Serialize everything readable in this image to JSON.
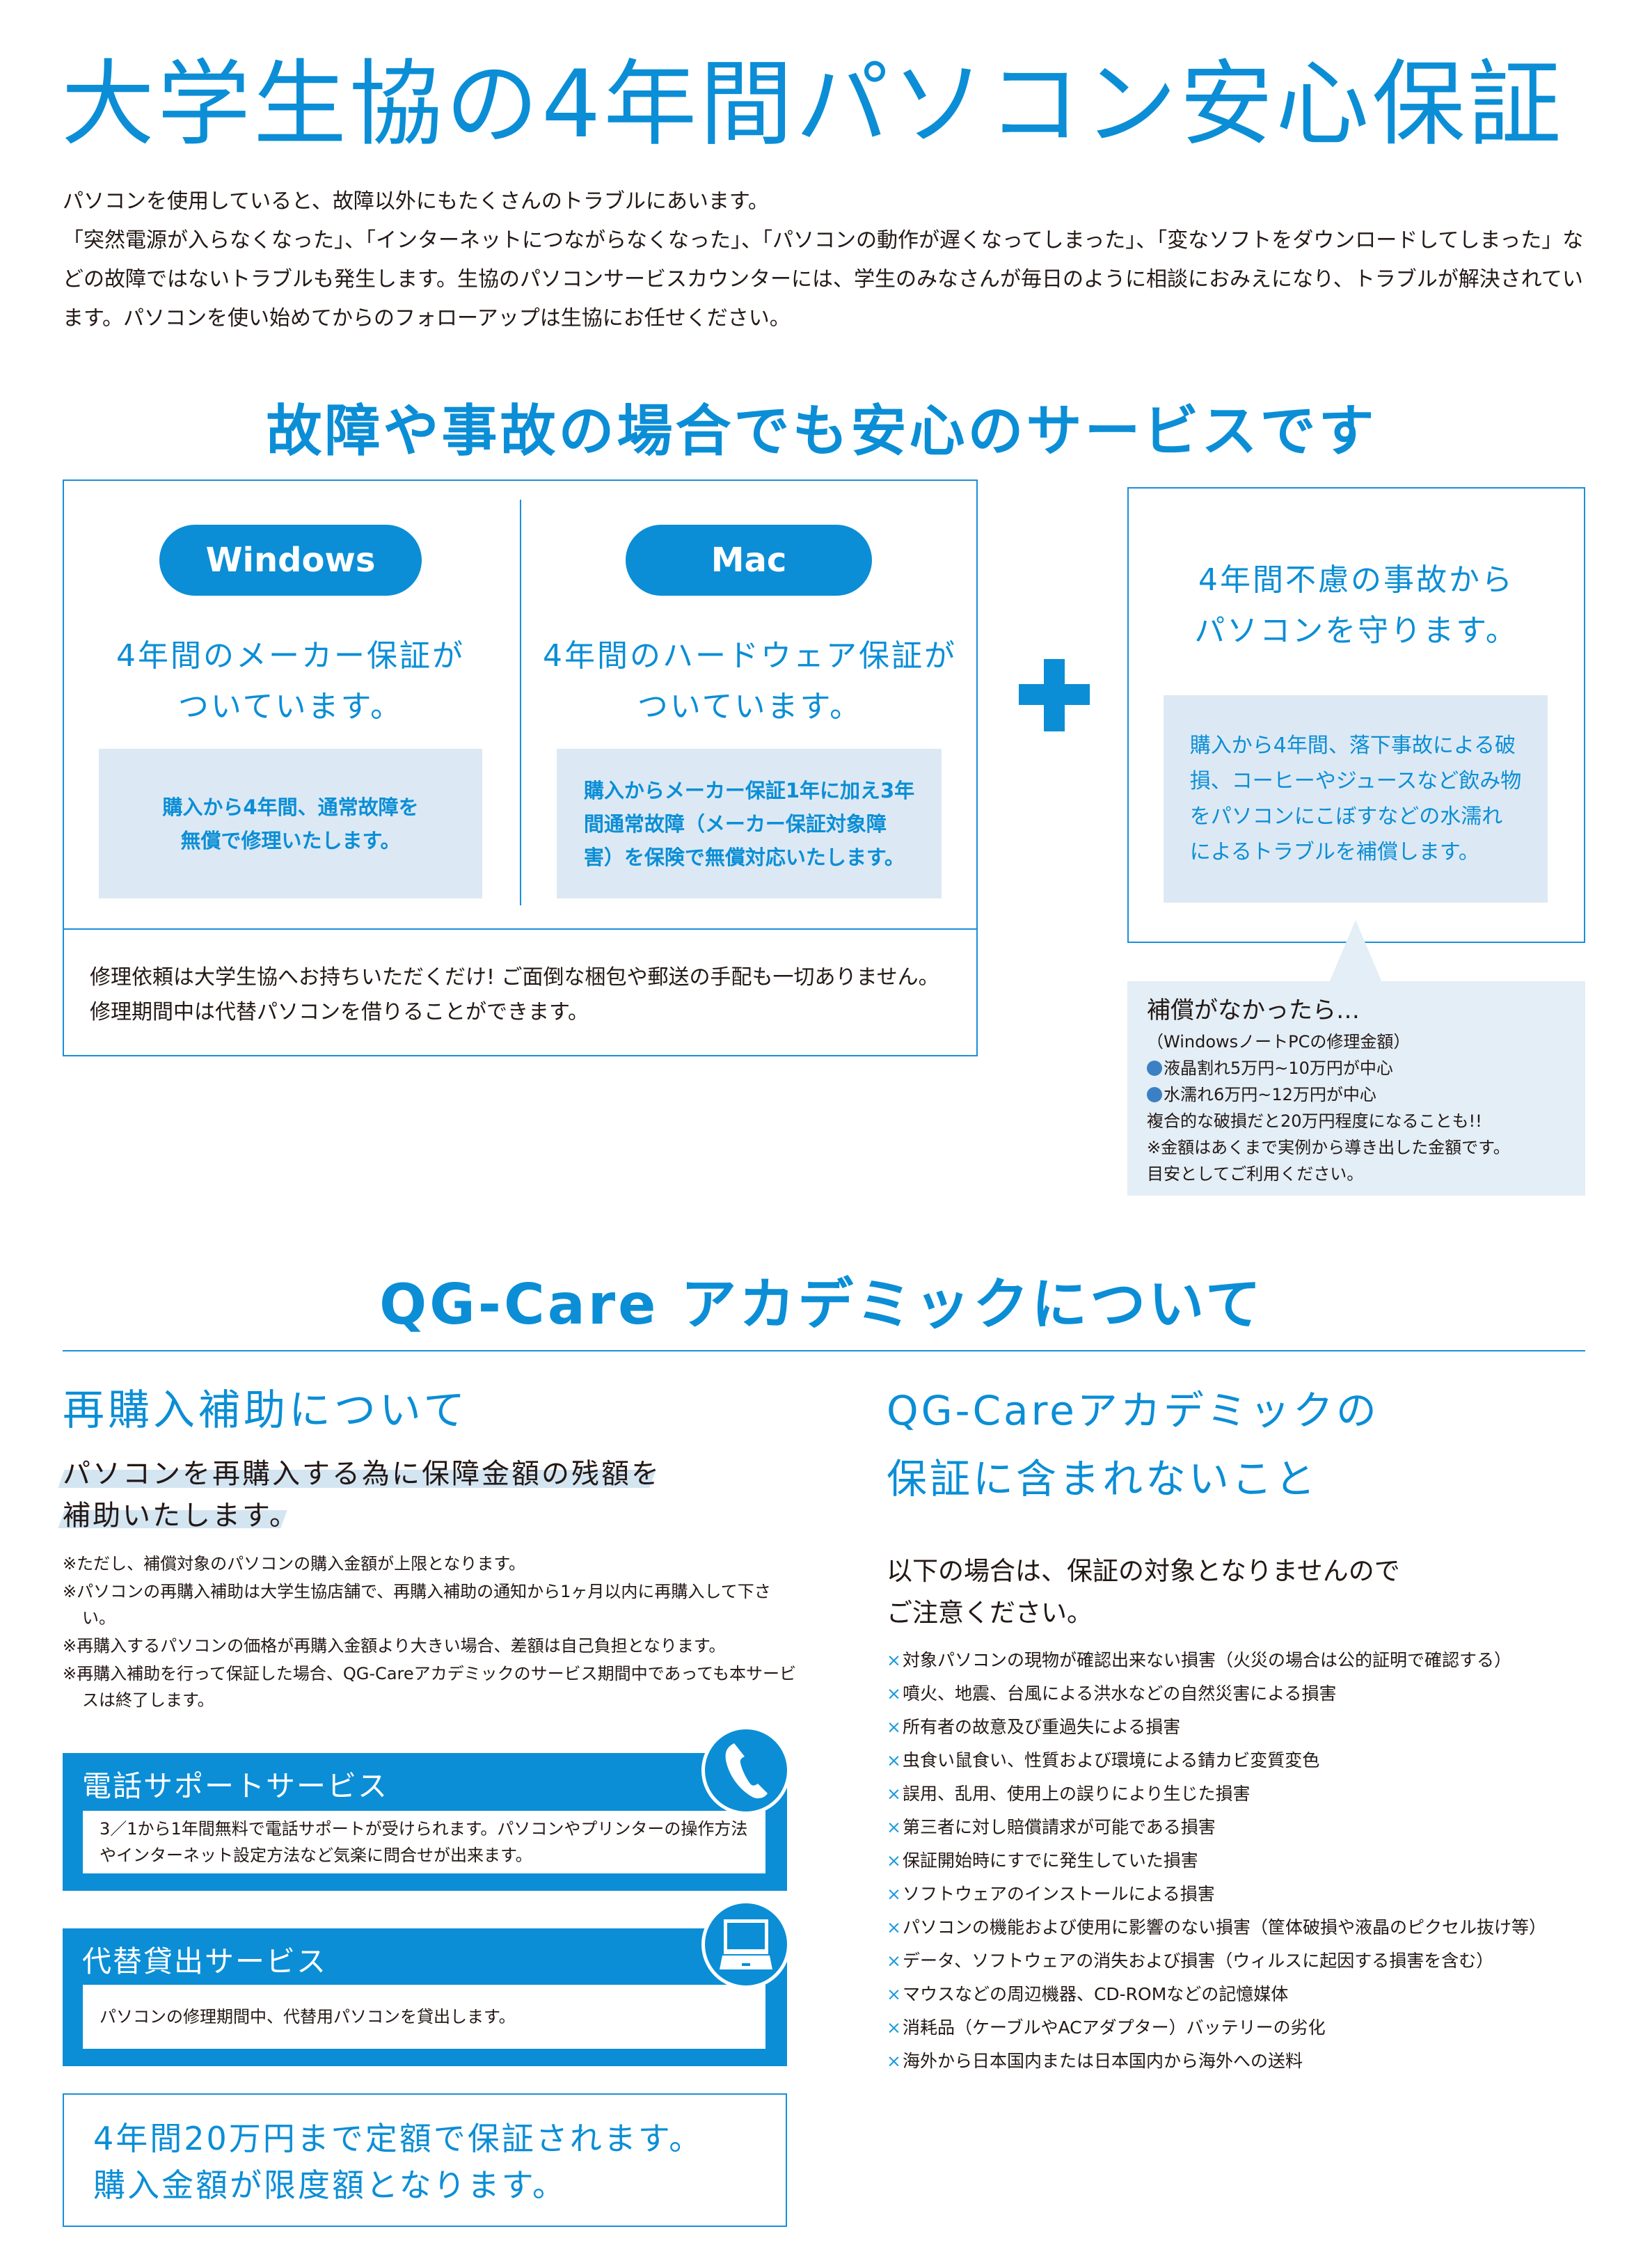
{
  "title": "大学生協の4年間パソコン安心保証",
  "intro": [
    "パソコンを使用していると、故障以外にもたくさんのトラブルにあいます。",
    "「突然電源が入らなくなった」、「インターネットにつながらなくなった」、「パソコンの動作が遅くなってしまった」、「変なソフトをダウンロードしてしまった」などの故障ではないトラブルも発生します。生協のパソコンサービスカウンターには、学生のみなさんが毎日のように相談におみえになり、トラブルが解決されています。パソコンを使い始めてからのフォローアップは生協にお任せください。"
  ],
  "section1": {
    "heading": "故障や事故の場合でも安心のサービスです",
    "windows": {
      "label": "Windows",
      "headline1": "4年間のメーカー保証が",
      "headline2": "ついています。",
      "detail": "購入から4年間、通常故障を\n無償で修理いたします。"
    },
    "mac": {
      "label": "Mac",
      "headline1": "4年間のハードウェア保証が",
      "headline2": "ついています。",
      "detail": "購入からメーカー保証1年に加え3年\n間通常故障（メーカー保証対象障\n害）を保険で無償対応いたします。"
    },
    "footnote1": "修理依頼は大学生協へお持ちいただくだけ! ご面倒な梱包や郵送の手配も一切ありません。",
    "footnote2": "修理期間中は代替パソコンを借りることができます。",
    "accident": {
      "headline1": "4年間不慮の事故から",
      "headline2": "パソコンを守ります。",
      "detail": "購入から4年間、落下事故による破\n損、コーヒーやジュースなど飲み物\nをパソコンにこぼすなどの水濡れ\nによるトラブルを補償します。"
    },
    "callout": {
      "title": "補償がなかったら…",
      "sub": "（WindowsノートPCの修理金額）",
      "bullet1": "液晶割れ5万円~10万円が中心",
      "bullet2": "水濡れ6万円~12万円が中心",
      "line3": "複合的な破損だと20万円程度になることも!!",
      "line4": "※金額はあくまで実例から導き出した金額です。",
      "line5": "目安としてご利用ください。"
    }
  },
  "section2": {
    "heading": "QG-Care アカデミックについて",
    "repurchase": {
      "title": "再購入補助について",
      "sub1": "パソコンを再購入する為に保障金額の残額を",
      "sub2": "補助いたします。",
      "notes": [
        "※ただし、補償対象のパソコンの購入金額が上限となります。",
        "※パソコンの再購入補助は大学生協店舗で、再購入補助の通知から1ヶ月以内に再購入して下さい。",
        "※再購入するパソコンの価格が再購入金額より大きい場合、差額は自己負担となります。",
        "※再購入補助を行って保証した場合、QG-Careアカデミックのサービス期間中であっても本サービスは終了します。"
      ]
    },
    "phone": {
      "title": "電話サポートサービス",
      "body": "3／1から1年間無料で電話サポートが受けられます。パソコンやプリンターの操作方法やインターネット設定方法など気楽に問合せが出来ます。"
    },
    "loan": {
      "title": "代替貸出サービス",
      "body": "パソコンの修理期間中、代替用パソコンを貸出します。"
    },
    "final1": "4年間20万円まで定額で保証されます。",
    "final2": "購入金額が限度額となります。",
    "exclusions": {
      "title1": "QG-Careアカデミックの",
      "title2": "保証に含まれないこと",
      "lead1": "以下の場合は、保証の対象となりませんので",
      "lead2": "ご注意ください。",
      "mark": "×",
      "items": [
        "対象パソコンの現物が確認出来ない損害（火災の場合は公的証明で確認する）",
        "噴火、地震、台風による洪水などの自然災害による損害",
        "所有者の故意及び重過失による損害",
        "虫食い鼠食い、性質および環境による錆カビ変質変色",
        "誤用、乱用、使用上の誤りにより生じた損害",
        "第三者に対し賠償請求が可能である損害",
        "保証開始時にすでに発生していた損害",
        "ソフトウェアのインストールによる損害",
        "パソコンの機能および使用に影響のない損害（筐体破損や液晶のピクセル抜け等）",
        "データ、ソフトウェアの消失および損害（ウィルスに起因する損害を含む）",
        "マウスなどの周辺機器、CD-ROMなどの記憶媒体",
        "消耗品（ケーブルやACアダプター）バッテリーの劣化",
        "海外から日本国内または日本国内から海外への送料"
      ]
    }
  },
  "colors": {
    "accent": "#0b8ed6",
    "light": "#dce9f4"
  }
}
